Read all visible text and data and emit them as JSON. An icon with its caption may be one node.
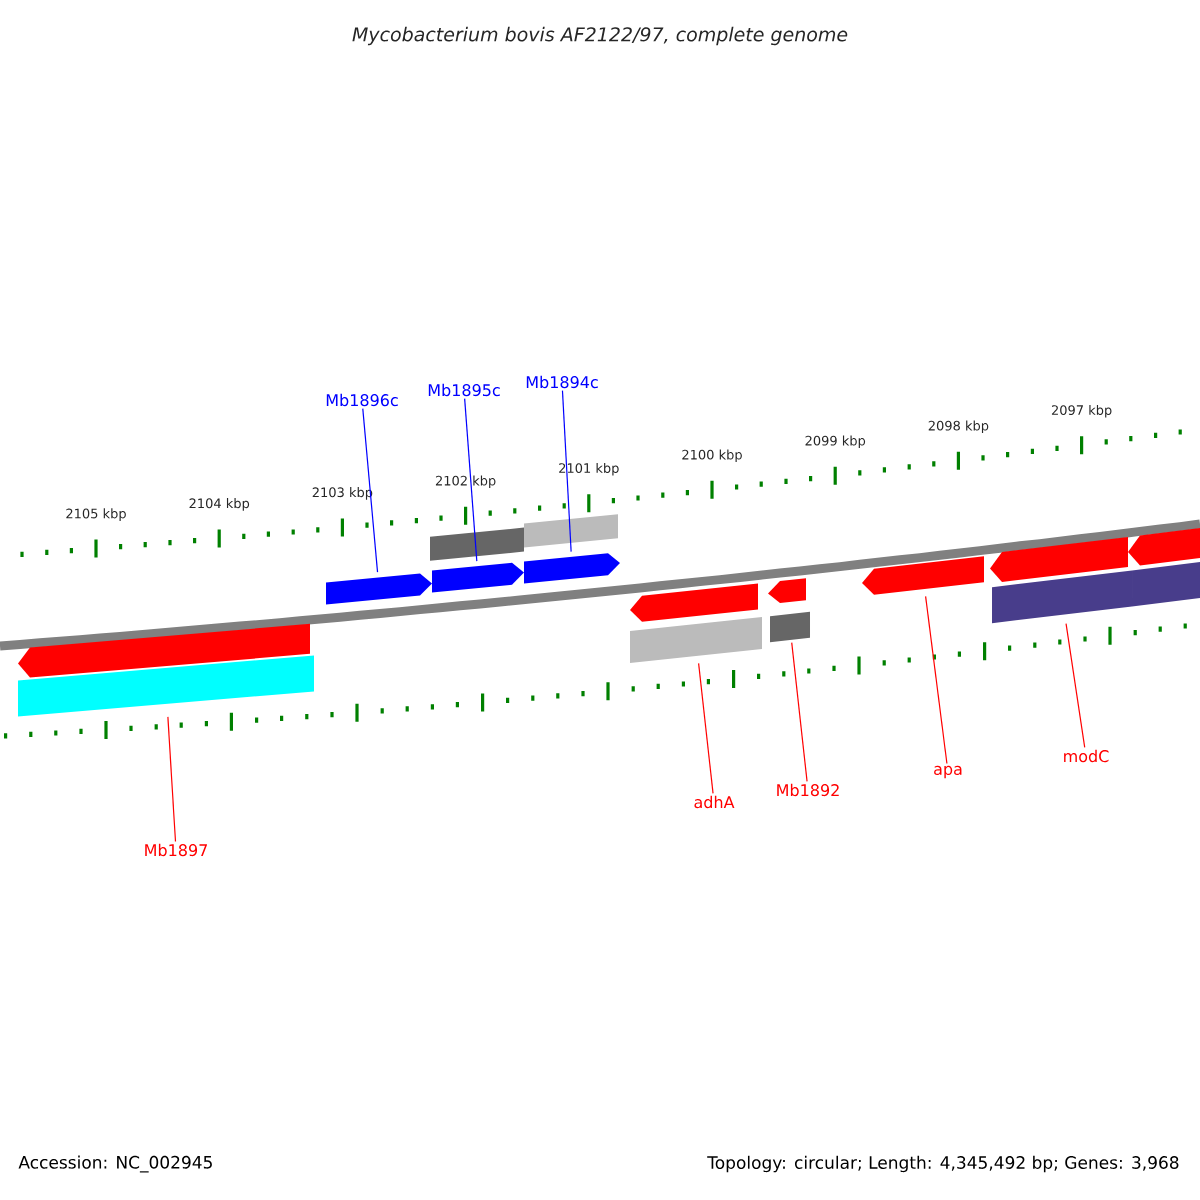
{
  "diagram": {
    "title": "Mycobacterium bovis AF2122/97, complete genome",
    "nodes": [
      {
        "text": [
          "Mb1896c"
        ]
      },
      {
        "text": [
          "Mb1895c"
        ]
      },
      {
        "text": [
          "Mb1894c"
        ]
      },
      {
        "text": [
          "Mb1897"
        ]
      },
      {
        "text": [
          "adhA"
        ]
      },
      {
        "text": [
          "Mb1892"
        ]
      },
      {
        "text": [
          "apa"
        ]
      },
      {
        "text": [
          "modC"
        ]
      },
      {
        "text": [],
        "shape": "pentagon"
      },
      {
        "text": [],
        "shape": "pentagon"
      },
      {
        "text": [],
        "shape": "pentagon"
      },
      {
        "text": [],
        "shape": "bar"
      },
      {
        "text": [],
        "shape": "bar"
      },
      {
        "text": [],
        "shape": "pentagon"
      },
      {
        "text": [],
        "shape": "pentagon"
      },
      {
        "text": [],
        "shape": "pentagon"
      },
      {
        "text": [],
        "shape": "pentagon"
      },
      {
        "text": [],
        "shape": "pentagon"
      },
      {
        "text": [],
        "shape": "pentagon"
      },
      {
        "text": [],
        "shape": "bar"
      },
      {
        "text": [],
        "shape": "bar"
      },
      {
        "text": [],
        "shape": "bar"
      },
      {
        "text": [],
        "shape": "bar"
      },
      {
        "text": [],
        "shape": "bar"
      }
    ],
    "edges": [
      {
        "from": 0,
        "to": 8,
        "arrow": "none",
        "color": "#0000ff"
      },
      {
        "from": 1,
        "to": 9,
        "arrow": "none",
        "color": "#0000ff"
      },
      {
        "from": 2,
        "to": 10,
        "arrow": "none",
        "color": "#0000ff"
      },
      {
        "from": 3,
        "to": 19,
        "arrow": "none"
      },
      {
        "from": 4,
        "to": 20,
        "arrow": "none"
      },
      {
        "from": 5,
        "to": 21,
        "arrow": "none"
      },
      {
        "from": 6,
        "to": 16,
        "arrow": "none"
      },
      {
        "from": 7,
        "to": 22,
        "arrow": "none"
      }
    ],
    "labels": [
      "2105 kbp",
      "2104 kbp",
      "2103 kbp",
      "2102 kbp",
      "2101 kbp",
      "2100 kbp",
      "2099 kbp",
      "2098 kbp",
      "2097 kbp",
      "Accession: NC_002945",
      "Topology: circular; Length: 4,345,492 bp; Genes: 3,968"
    ]
  }
}
